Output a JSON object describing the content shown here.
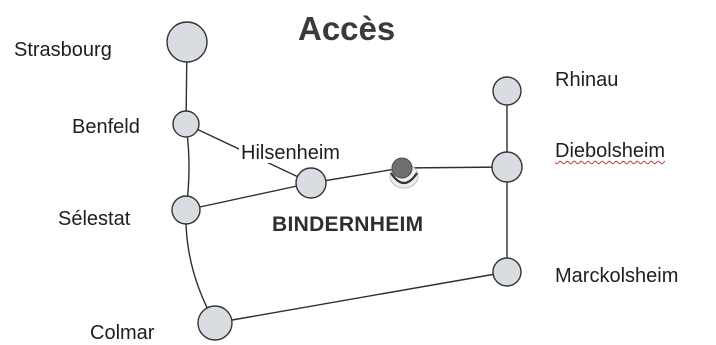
{
  "title": "Accès",
  "highlight": "BINDERNHEIM",
  "places": {
    "strasbourg": "Strasbourg",
    "benfeld": "Benfeld",
    "hilsenheim": "Hilsenheim",
    "selestat": "Sélestat",
    "colmar": "Colmar",
    "rhinau": "Rhinau",
    "diebolsheim": "Diebolsheim",
    "marckolsheim": "Marckolsheim"
  },
  "colors": {
    "node_fill": "#d9dde2",
    "edge": "#2f2f2f",
    "bindernheim_node": "#6f6f6f",
    "spell_underline": "#b33a3a"
  }
}
